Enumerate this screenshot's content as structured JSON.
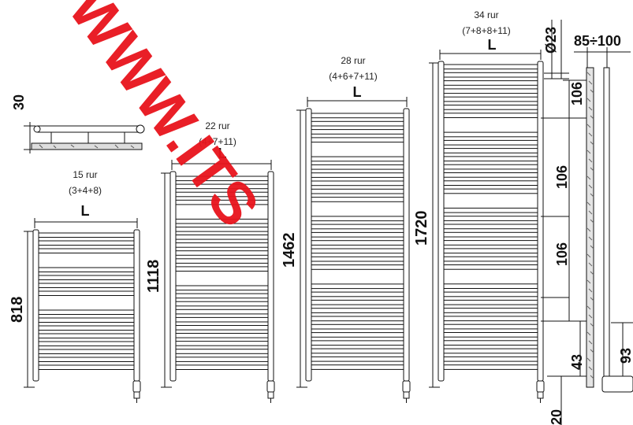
{
  "side_view": {
    "height_label": "30"
  },
  "radiators": [
    {
      "tubes_label": "15 rur",
      "grouping_label": "(3+4+8)",
      "width_label": "L",
      "height_label": "818",
      "groups": [
        3,
        4,
        8
      ]
    },
    {
      "tubes_label": "22 rur",
      "grouping_label": "(4+7+11)",
      "width_label": "L",
      "height_label": "1118",
      "groups": [
        4,
        7,
        11
      ]
    },
    {
      "tubes_label": "28 rur",
      "grouping_label": "(4+6+7+11)",
      "width_label": "L",
      "height_label": "1462",
      "groups": [
        4,
        6,
        7,
        11
      ]
    },
    {
      "tubes_label": "34 rur",
      "grouping_label": "(7+8+8+11)",
      "width_label": "L",
      "height_label": "1720",
      "groups": [
        7,
        8,
        8,
        11
      ]
    }
  ],
  "detail": {
    "diameter_label": "Ø23",
    "depth_label": "85÷100",
    "spacing_labels": [
      "106",
      "106",
      "106"
    ],
    "bottom_offset_label": "43",
    "pipe_height_label": "93",
    "bottom_label": "20"
  },
  "watermark": {
    "text": "WWW.ITS",
    "color": "#e8141c"
  }
}
